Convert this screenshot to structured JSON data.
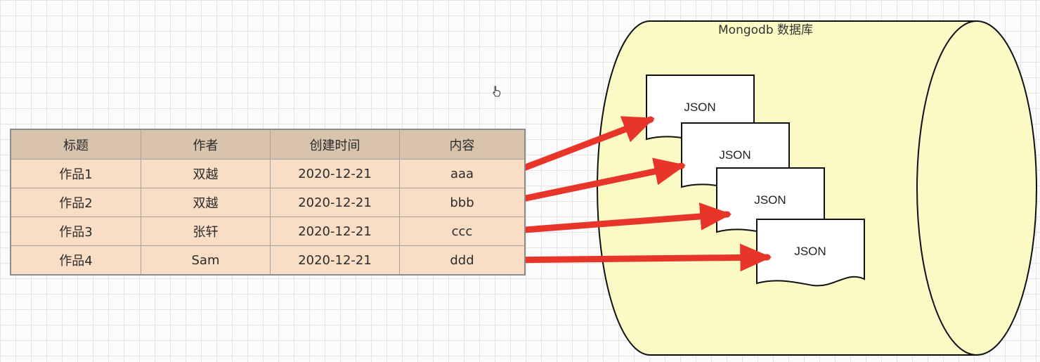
{
  "database": {
    "title": "Mongodb 数据库",
    "documents": [
      {
        "label": "JSON"
      },
      {
        "label": "JSON"
      },
      {
        "label": "JSON"
      },
      {
        "label": "JSON"
      }
    ]
  },
  "table": {
    "headers": [
      "标题",
      "作者",
      "创建时间",
      "内容"
    ],
    "rows": [
      [
        "作品1",
        "双越",
        "2020-12-21",
        "aaa"
      ],
      [
        "作品2",
        "双越",
        "2020-12-21",
        "bbb"
      ],
      [
        "作品3",
        "张轩",
        "2020-12-21",
        "ccc"
      ],
      [
        "作品4",
        "Sam",
        "2020-12-21",
        "ddd"
      ]
    ]
  },
  "colors": {
    "cylinder_fill": "#fbf9c4",
    "table_header_bg": "#d8c4ad",
    "table_row_bg": "#f9ddc4",
    "arrow": "#e8352a"
  }
}
